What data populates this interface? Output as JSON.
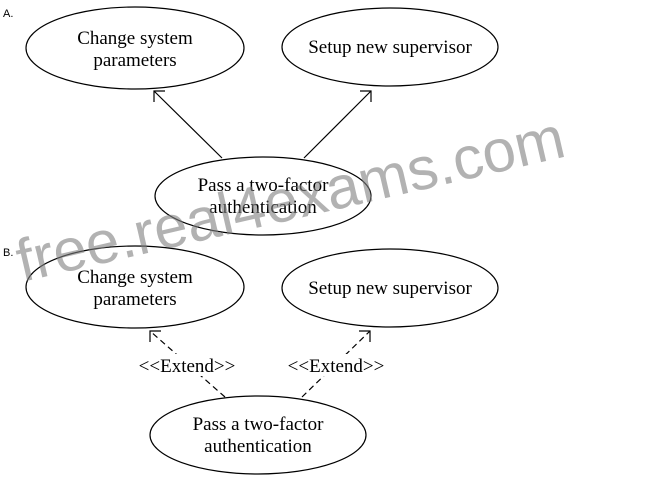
{
  "options": [
    {
      "label": "A.",
      "use_cases": {
        "change": [
          "Change system",
          "parameters"
        ],
        "setup": [
          "Setup new supervisor"
        ],
        "auth": [
          "Pass a two-factor",
          "authentication"
        ]
      },
      "relationships": [
        {
          "from": "auth",
          "to": "change",
          "style": "solid",
          "label": ""
        },
        {
          "from": "auth",
          "to": "setup",
          "style": "solid",
          "label": ""
        }
      ]
    },
    {
      "label": "B.",
      "use_cases": {
        "change": [
          "Change system",
          "parameters"
        ],
        "setup": [
          "Setup new supervisor"
        ],
        "auth": [
          "Pass a two-factor",
          "authentication"
        ]
      },
      "relationships": [
        {
          "from": "auth",
          "to": "change",
          "style": "dashed",
          "label": "<<Extend>>"
        },
        {
          "from": "auth",
          "to": "setup",
          "style": "dashed",
          "label": "<<Extend>>"
        }
      ]
    }
  ],
  "watermark": "free.real4exams.com",
  "colors": {
    "line": "#000000",
    "watermark": "#7f7f7f",
    "background": "#ffffff"
  }
}
